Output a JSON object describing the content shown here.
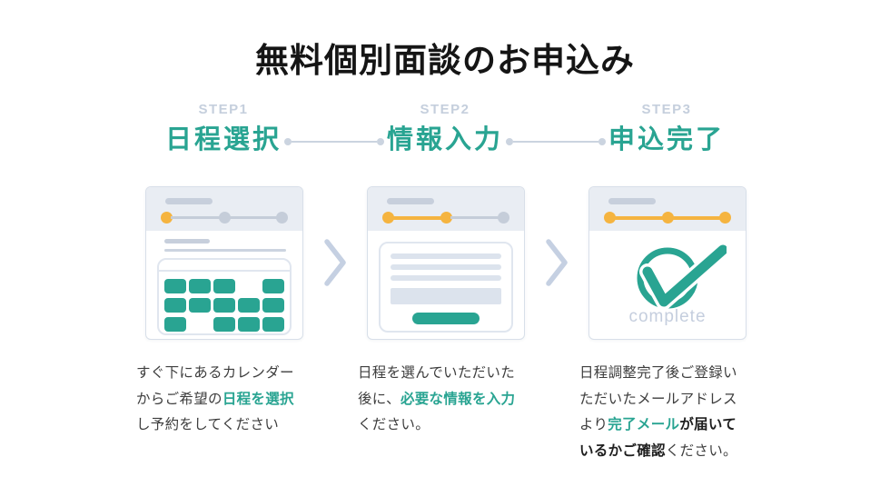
{
  "page": {
    "title": "無料個別面談のお申込み",
    "background": "#ffffff"
  },
  "colors": {
    "accent_teal": "#29a492",
    "accent_orange": "#f5b440",
    "step_label_gray": "#c5cfdd",
    "connector_gray": "#cbd4e0",
    "text_gray": "#3d3d3d"
  },
  "icons": {
    "chevron": "chevron-right",
    "complete_check": "check-circle"
  },
  "steps": [
    {
      "step_label": "STEP1",
      "title": "日程選択",
      "description_segments": [
        {
          "text": "すぐ下にあるカレンダー\nからご希望の",
          "style": "normal"
        },
        {
          "text": "日程を選択",
          "style": "teal-bold"
        },
        {
          "text": "\nし予約をしてください",
          "style": "normal"
        }
      ]
    },
    {
      "step_label": "STEP2",
      "title": "情報入力",
      "description_segments": [
        {
          "text": "日程を選んでいただいた\n後に、",
          "style": "normal"
        },
        {
          "text": "必要な情報を入力",
          "style": "teal-bold"
        },
        {
          "text": "\nください。",
          "style": "normal"
        }
      ]
    },
    {
      "step_label": "STEP3",
      "title": "申込完了",
      "description_segments": [
        {
          "text": "日程調整完了後ご登録い\nただいたメールアドレス\nより",
          "style": "normal"
        },
        {
          "text": "完了メール",
          "style": "teal-bold"
        },
        {
          "text": "が届いて\nいるかご確認",
          "style": "bold"
        },
        {
          "text": "ください。",
          "style": "normal"
        }
      ]
    }
  ],
  "cards": [
    {
      "progress": [
        true,
        false,
        false
      ],
      "calendar_grid": [
        [
          1,
          1,
          1,
          0,
          1
        ],
        [
          1,
          1,
          1,
          1,
          1
        ],
        [
          1,
          0,
          1,
          1,
          1
        ]
      ]
    },
    {
      "progress": [
        true,
        true,
        false
      ]
    },
    {
      "progress": [
        true,
        true,
        true
      ],
      "label": "complete"
    }
  ]
}
